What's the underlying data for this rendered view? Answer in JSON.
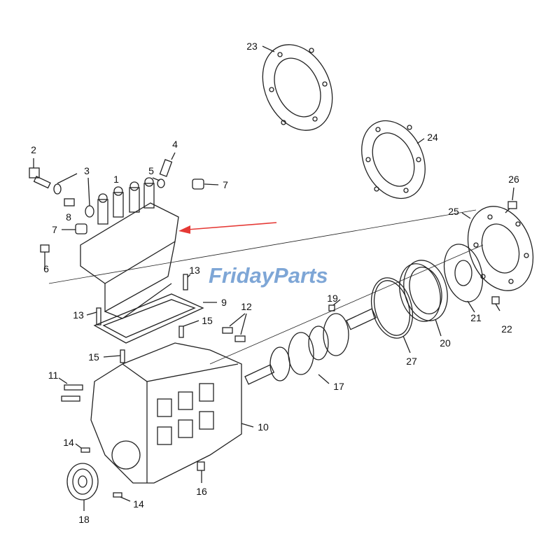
{
  "diagram": {
    "watermark": "FridayParts",
    "callouts": [
      "23",
      "24",
      "2",
      "4",
      "3",
      "1",
      "5",
      "7",
      "26",
      "8",
      "25",
      "7",
      "6",
      "13",
      "19",
      "9",
      "13",
      "12",
      "15",
      "21",
      "22",
      "20",
      "27",
      "15",
      "17",
      "11",
      "10",
      "14",
      "16",
      "14",
      "18"
    ],
    "arrow_color": "#e53935",
    "line_color": "#222222"
  }
}
